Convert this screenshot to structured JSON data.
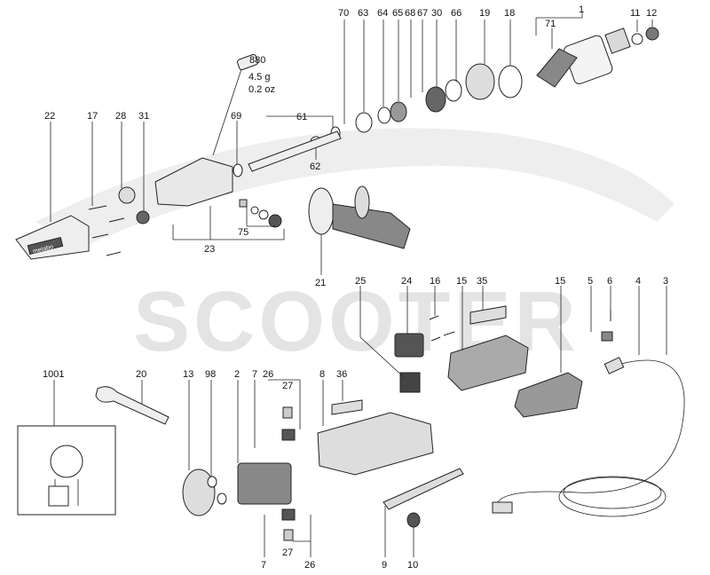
{
  "watermark": {
    "text": "SCOOTER"
  },
  "grease": {
    "code": "880",
    "mass_g": "4.5 g",
    "mass_oz": "0.2 oz"
  },
  "brand_mark": "metabo",
  "labels": {
    "p1": "1",
    "p2": "2",
    "p3": "3",
    "p4": "4",
    "p5": "5",
    "p6": "6",
    "p7": "7",
    "p7b": "7",
    "p8": "8",
    "p9": "9",
    "p10": "10",
    "p11": "11",
    "p12": "12",
    "p13": "13",
    "p15": "15",
    "p15b": "15",
    "p16": "16",
    "p17": "17",
    "p18": "18",
    "p19": "19",
    "p20": "20",
    "p21": "21",
    "p22": "22",
    "p23": "23",
    "p24": "24",
    "p25": "25",
    "p26": "26",
    "p26b": "26",
    "p27": "27",
    "p27b": "27",
    "p28": "28",
    "p30": "30",
    "p31": "31",
    "p35": "35",
    "p36": "36",
    "p61": "61",
    "p62": "62",
    "p63": "63",
    "p64": "64",
    "p65": "65",
    "p66": "66",
    "p67": "67",
    "p68": "68",
    "p69": "69",
    "p70": "70",
    "p71": "71",
    "p75": "75",
    "p98": "98",
    "p1001": "1001"
  }
}
